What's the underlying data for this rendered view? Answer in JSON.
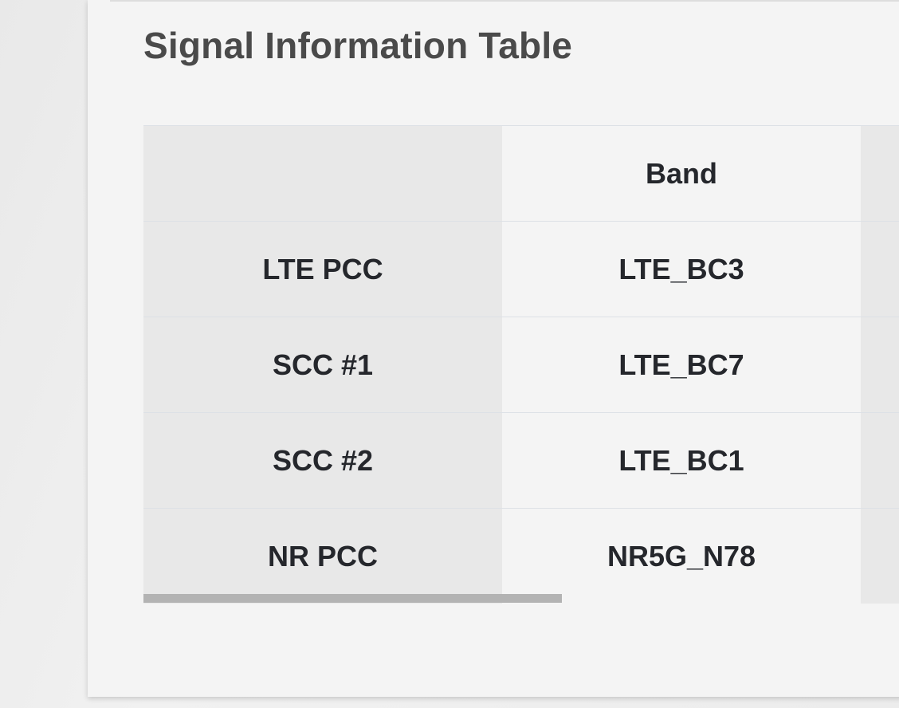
{
  "page": {
    "title": "Signal Information Table"
  },
  "table": {
    "headers": [
      "",
      "Band",
      ""
    ],
    "rows": [
      {
        "label": "LTE PCC",
        "band": "LTE_BC3"
      },
      {
        "label": "SCC #1",
        "band": "LTE_BC7"
      },
      {
        "label": "SCC #2",
        "band": "LTE_BC1"
      },
      {
        "label": "NR PCC",
        "band": "NR5G_N78"
      }
    ]
  },
  "colors": {
    "label_col_bg": "#e8e8e8",
    "band_col_bg": "#f4f4f4",
    "text": "#25272c",
    "title": "#4a4a4a",
    "scrollbar": "#b3b3b3"
  }
}
